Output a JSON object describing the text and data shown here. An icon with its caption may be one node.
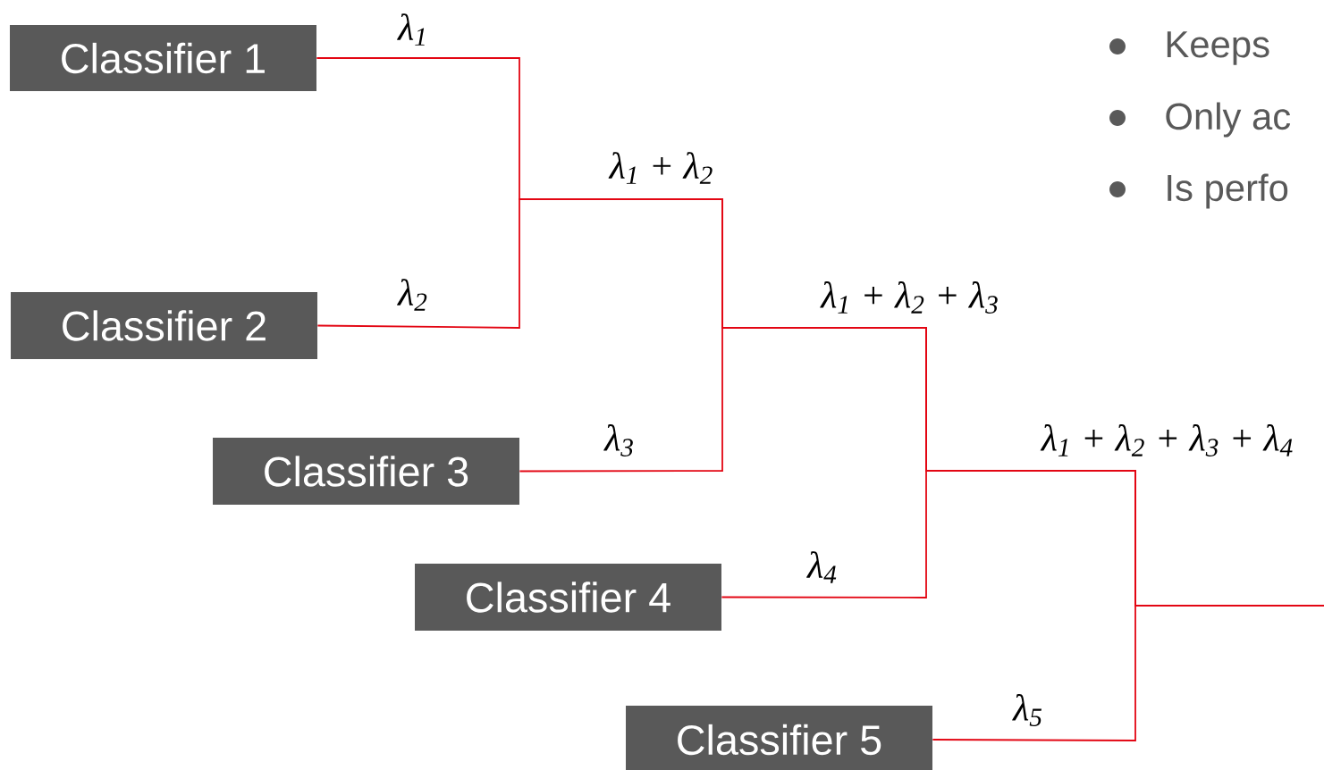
{
  "diagram": {
    "nodes": [
      {
        "text": [
          "Classifier 1"
        ]
      },
      {
        "text": [
          "Classifier 2"
        ]
      },
      {
        "text": [
          "Classifier 3"
        ]
      },
      {
        "text": [
          "Classifier 4"
        ]
      },
      {
        "text": [
          "Classifier 5"
        ]
      }
    ],
    "edges": [
      {
        "from": 0,
        "to": null,
        "arrow": "none",
        "label": "λ$_{1}$"
      },
      {
        "from": 1,
        "to": null,
        "arrow": "none",
        "label": "λ$_{2}$"
      },
      {
        "from": 2,
        "to": null,
        "arrow": "none",
        "label": "λ$_{3}$"
      },
      {
        "from": 3,
        "to": null,
        "arrow": "none",
        "label": "λ$_{4}$"
      },
      {
        "from": 4,
        "to": null,
        "arrow": "none",
        "label": "λ$_{5}$"
      }
    ],
    "labels": [
      "Keeps",
      "Only ac",
      "Is perfo",
      "λ$_{1}$ + λ$_{2}$",
      "λ$_{1}$ + λ$_{2}$ + λ$_{3}$",
      "λ$_{1}$ + λ$_{2}$ + λ$_{3}$ + λ$_{4}$"
    ]
  }
}
